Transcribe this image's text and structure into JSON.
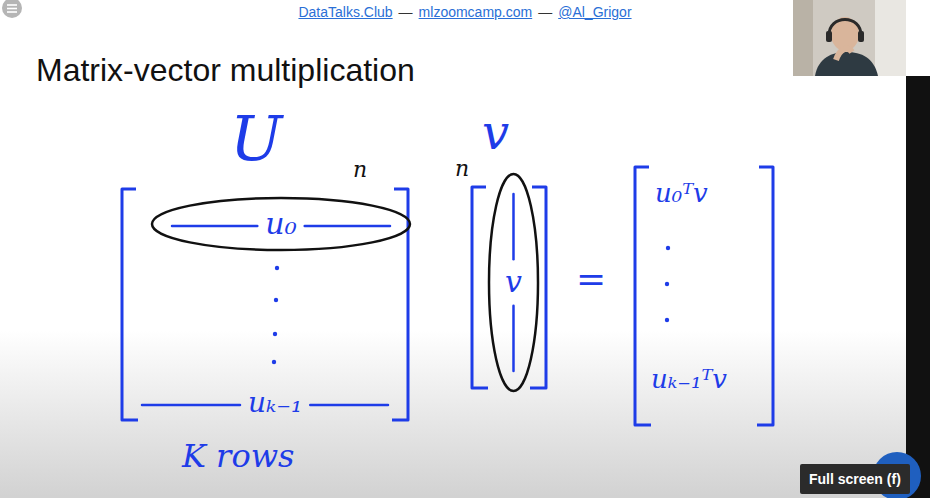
{
  "diagram": {
    "title": "Matrix-vector multiplication",
    "nodes": [
      {
        "text": [
          "U",
          "uₖ₋₁"
        ]
      },
      {
        "text": [
          "u₀"
        ],
        "in": 0
      },
      {
        "text": [
          "v"
        ]
      },
      {
        "text": [
          "v"
        ],
        "in": 2
      },
      {
        "text": [
          "u₀ᵀv",
          "uₖ₋₁ᵀv"
        ]
      }
    ],
    "labels": [
      "DataTalks.Club",
      "—",
      "mlzoomcamp.com",
      "—",
      "@Al_Grigor",
      "n",
      "n",
      "=",
      "K rows",
      "Full screen (f)"
    ]
  }
}
